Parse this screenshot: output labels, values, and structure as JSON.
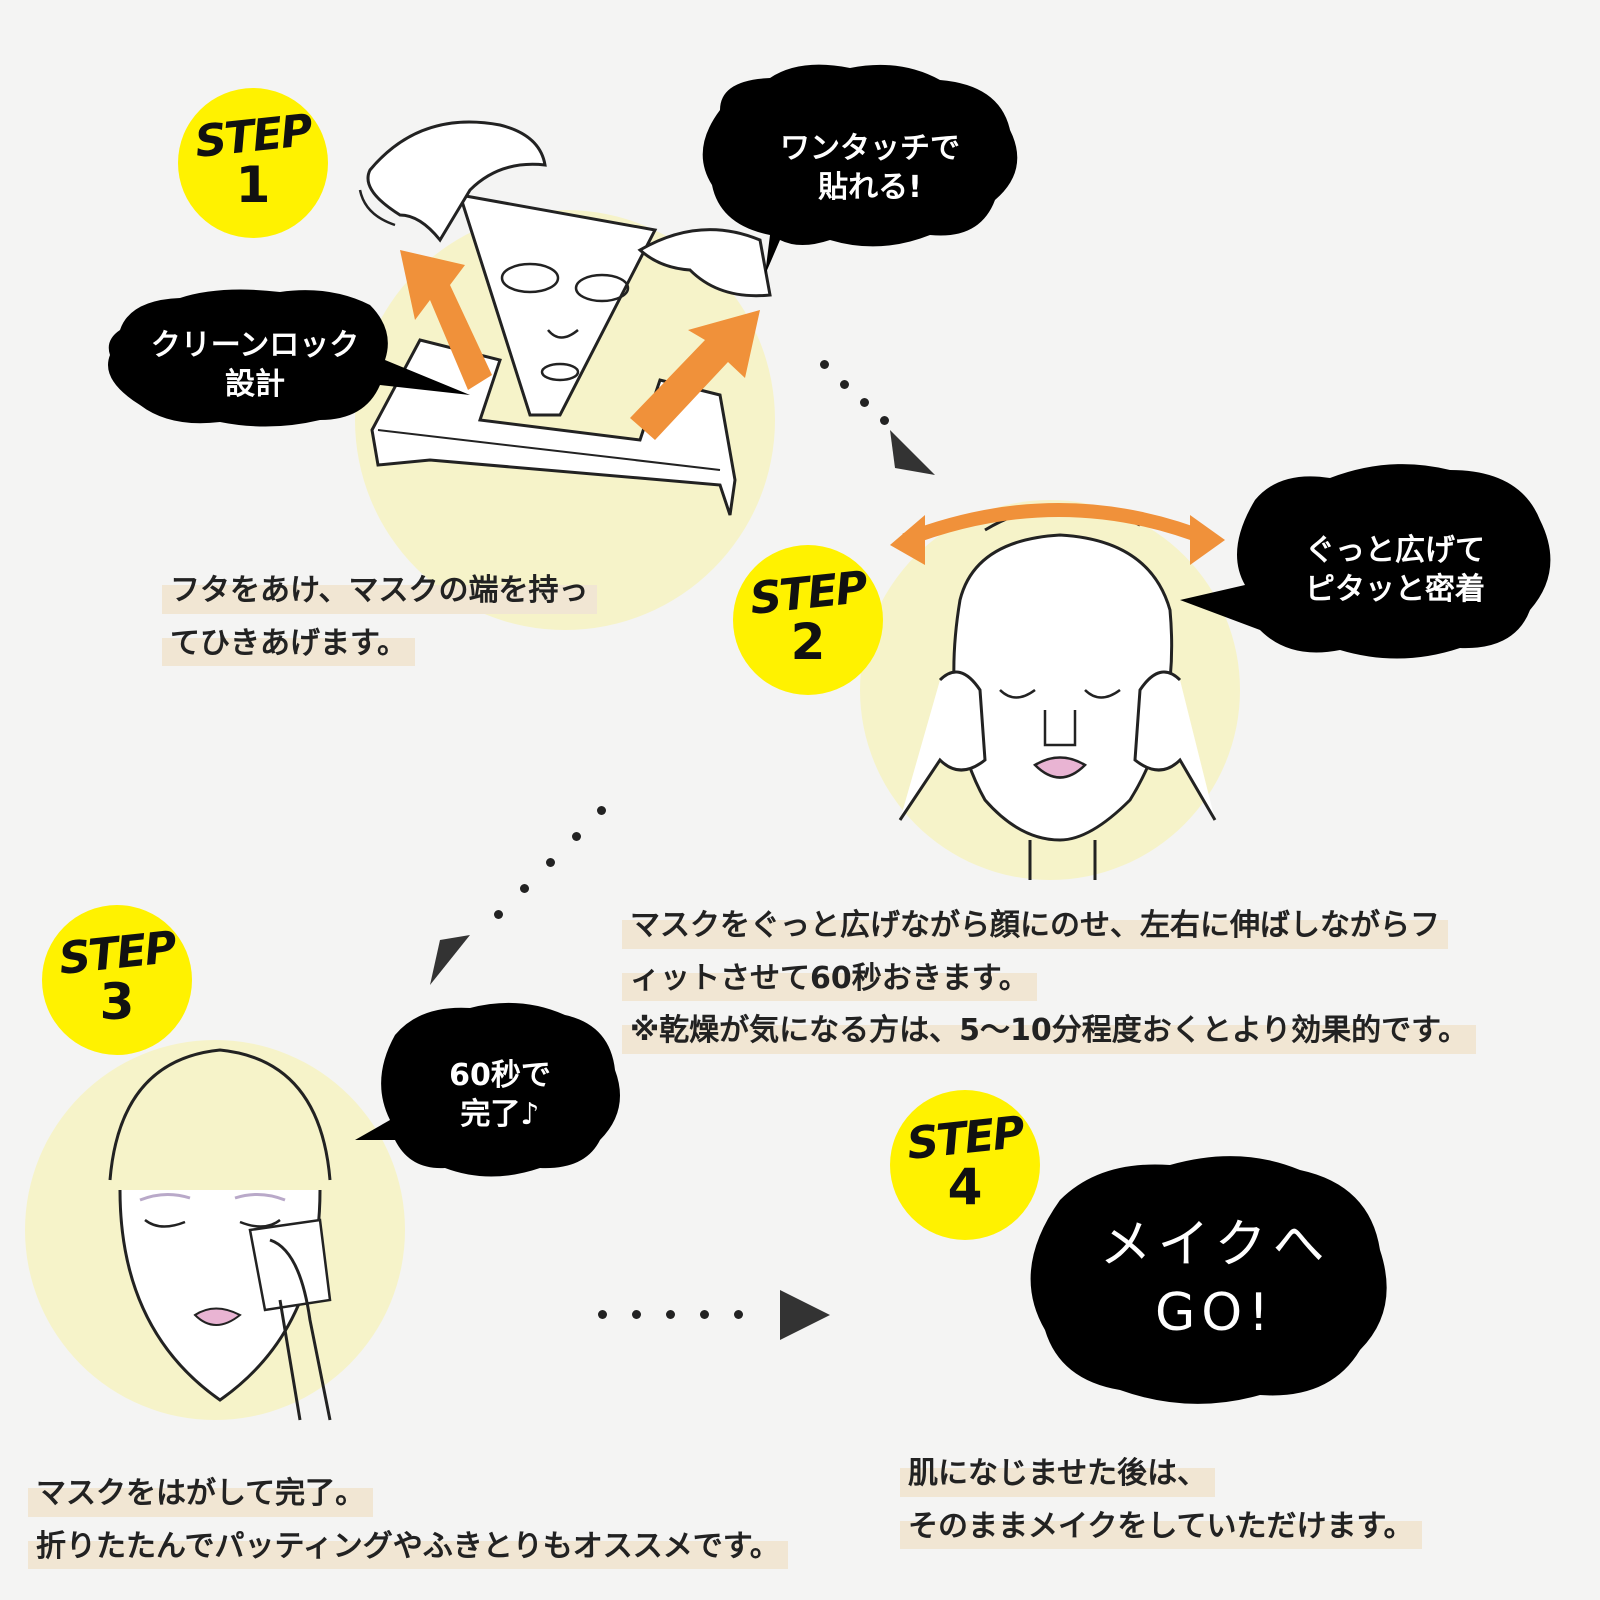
{
  "step1": {
    "badge_word": "STEP",
    "badge_num": "1",
    "bubble_right": "ワンタッチで\n貼れる!",
    "bubble_left": "クリーンロック\n設計",
    "caption": [
      "フタをあけ、マスクの端を持っ",
      "てひきあげます。"
    ]
  },
  "step2": {
    "badge_word": "STEP",
    "badge_num": "2",
    "bubble": "ぐっと広げて\nピタッと密着",
    "caption": [
      "マスクをぐっと広げながら顔にのせ、左右に伸ばしながらフ",
      "ィットさせて60秒おきます。",
      "※乾燥が気になる方は、5〜10分程度おくとより効果的です。"
    ]
  },
  "step3": {
    "badge_word": "STEP",
    "badge_num": "3",
    "bubble": "60秒で\n完了♪",
    "caption": [
      "マスクをはがして完了。",
      "折りたたんでパッティングやふきとりもオススメです。"
    ]
  },
  "step4": {
    "badge_word": "STEP",
    "badge_num": "4",
    "bubble": "メイクへ\nGO!",
    "caption": [
      "肌になじませた後は、",
      "そのままメイクをしていただけます。"
    ]
  },
  "colors": {
    "background": "#f4f4f3",
    "badge": "#fff200",
    "circle": "#f6f3c9",
    "arrow": "#f0913a",
    "bubble": "#000000",
    "lips": "#e9b4d3"
  }
}
